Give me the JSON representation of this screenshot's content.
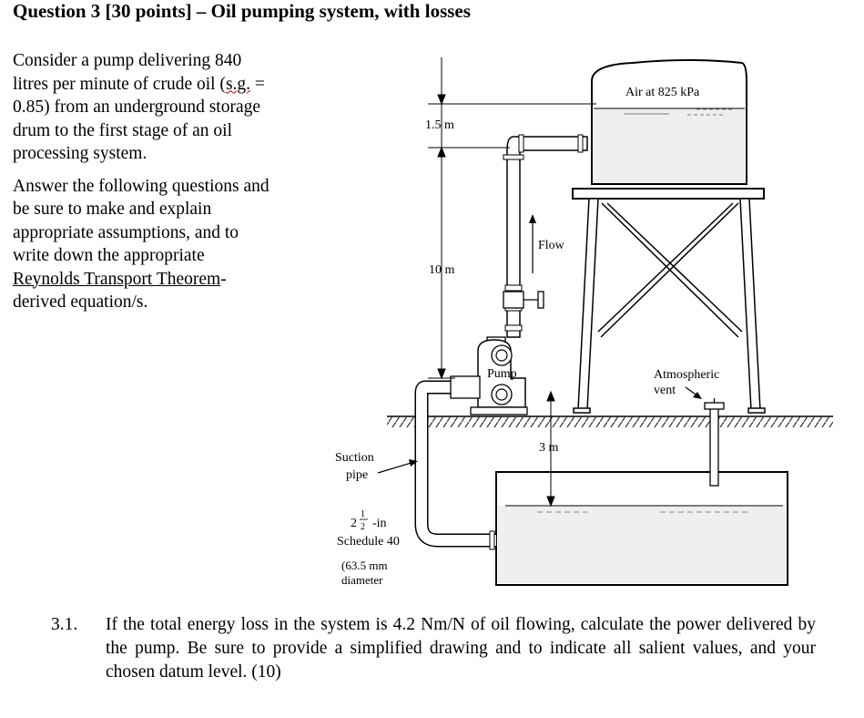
{
  "title": "Question 3 [30 points] – Oil pumping system, with losses",
  "intro": {
    "p1_before": "Consider a pump delivering 840 litres per minute of crude oil (",
    "p1_sg": "s.g.",
    "p1_after": " = 0.85) from an underground storage drum to the first stage of an oil processing system.",
    "p2_before": "Answer the following questions and be sure to make and explain appropriate assumptions, and to write down the appropriate ",
    "p2_link": "Reynolds Transport Theorem",
    "p2_after": "-derived equation/s."
  },
  "diagram": {
    "tank_label": "Air at 825 kPa",
    "dim_top": "1.5 m",
    "dim_mid": "10 m",
    "dim_bottom": "3 m",
    "flow_label": "Flow",
    "pump_label": "Pump",
    "vent_label_1": "Atmospheric",
    "vent_label_2": "vent",
    "suction_label_1": "Suction",
    "suction_label_2": "pipe",
    "pipe_size_whole": "2",
    "pipe_size_num": "1",
    "pipe_size_den": "2",
    "pipe_size_unit": "-in",
    "pipe_schedule": "Schedule 40",
    "pipe_diameter_1": "(63.5 mm",
    "pipe_diameter_2": "diameter"
  },
  "question": {
    "number": "3.1.",
    "text": "If the total energy loss in the system is 4.2 Nm/N of oil flowing, calculate the power delivered by the pump. Be sure to provide a simplified drawing and to indicate all salient values, and your chosen datum level.  (10)"
  }
}
